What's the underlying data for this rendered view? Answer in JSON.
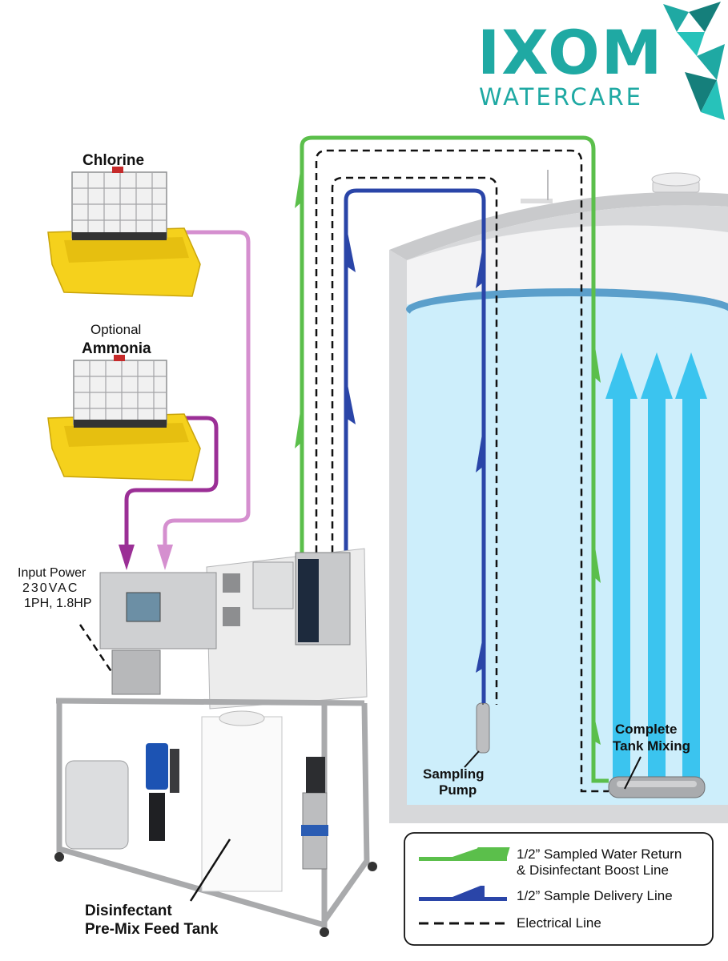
{
  "brand": {
    "name": "IXOM",
    "tagline": "WATERCARE",
    "color": "#1fa9a3"
  },
  "labels": {
    "chlorine": "Chlorine",
    "optional": "Optional",
    "ammonia": "Ammonia",
    "input_power_line1": "Input Power",
    "input_power_line2": "230VAC",
    "input_power_line3": "1PH, 1.8HP",
    "sampling_pump_line1": "Sampling",
    "sampling_pump_line2": "Pump",
    "complete_tank_mixing_line1": "Complete",
    "complete_tank_mixing_line2": "Tank Mixing",
    "feed_tank_line1": "Disinfectant",
    "feed_tank_line2": "Pre-Mix Feed Tank"
  },
  "legend": {
    "items": [
      {
        "line1": "1/2” Sampled Water Return",
        "line2": "& Disinfectant Boost Line",
        "color": "#5bbf4b",
        "style": "green-arrow"
      },
      {
        "line1": "1/2” Sample Delivery Line",
        "color": "#2a45a8",
        "style": "blue-arrow"
      },
      {
        "line1": "Electrical Line",
        "color": "#111111",
        "style": "dashed"
      }
    ]
  },
  "colors": {
    "return_line": "#5bbf4b",
    "delivery_line": "#2a45a8",
    "chlorine_line": "#d58fcf",
    "ammonia_line": "#9b2f96",
    "water": "#cdeefb",
    "mixing_arrows": "#3bc4ef",
    "tank_wall": "#d7d8da"
  }
}
